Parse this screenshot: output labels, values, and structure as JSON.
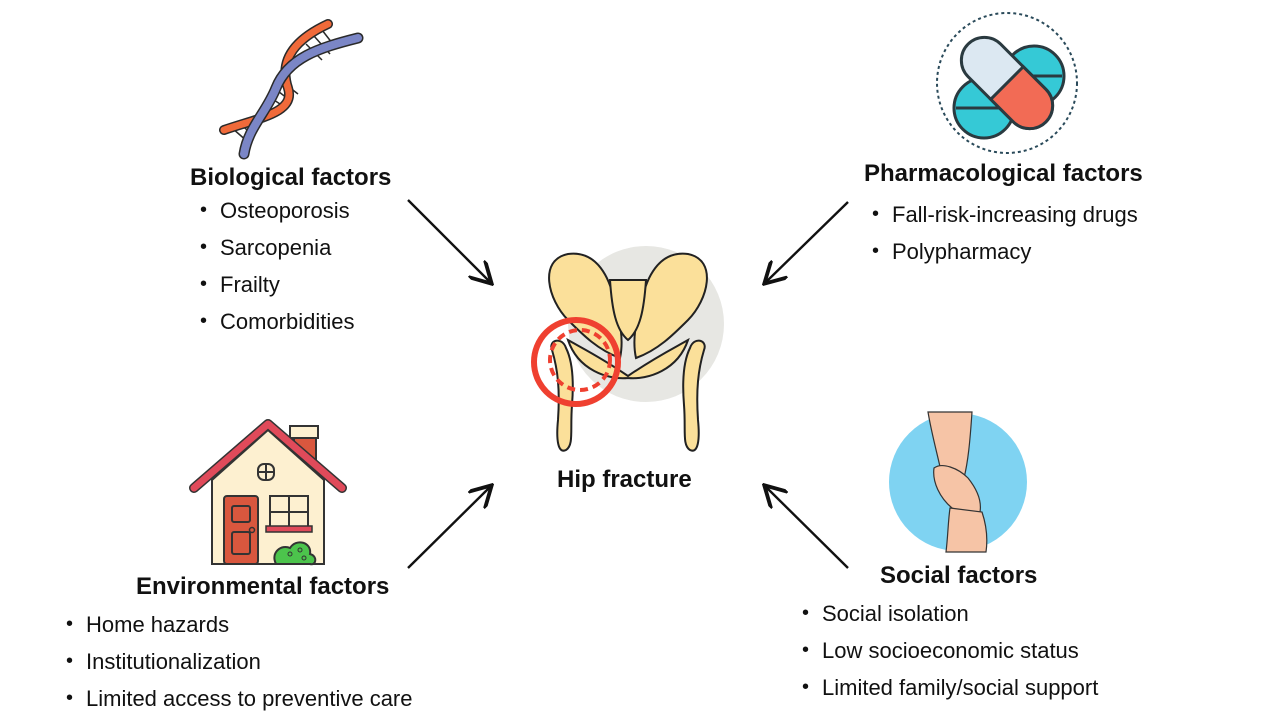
{
  "center": {
    "label": "Hip fracture",
    "icon": "hip-fracture-icon"
  },
  "factors": {
    "biological": {
      "title": "Biological factors",
      "icon": "dna-icon",
      "items": [
        "Osteoporosis",
        "Sarcopenia",
        "Frailty",
        "Comorbidities"
      ]
    },
    "pharmacological": {
      "title": "Pharmacological factors",
      "icon": "pills-icon",
      "items": [
        "Fall-risk-increasing drugs",
        "Polypharmacy"
      ]
    },
    "environmental": {
      "title": "Environmental factors",
      "icon": "house-icon",
      "items": [
        "Home hazards",
        "Institutionalization",
        "Limited access to preventive care"
      ]
    },
    "social": {
      "title": "Social factors",
      "icon": "helping-hands-icon",
      "items": [
        "Social isolation",
        "Low socioeconomic status",
        "Limited family/social support"
      ]
    }
  },
  "colors": {
    "bone": "#fbe09a",
    "fracture_red": "#ef4030",
    "dna_orange": "#f06a3a",
    "dna_blue": "#7b86c6",
    "pill_teal": "#35c9d6",
    "pill_red": "#f26b55",
    "pill_light": "#dce8f2",
    "house_roof": "#e04a5a",
    "house_wall": "#fdf0d0",
    "house_door": "#d9573e",
    "bush_green": "#4cc44c",
    "social_circle": "#7fd3f2",
    "skin": "#f6c4a6"
  }
}
